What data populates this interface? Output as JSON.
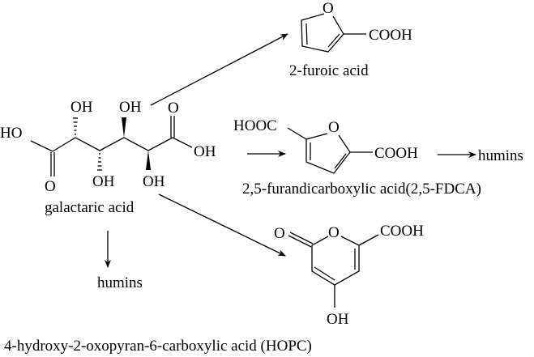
{
  "galactaric": {
    "name": "galactaric acid",
    "ho_left": "HO",
    "o_left": "O",
    "oh_c2": "OH",
    "oh_c3": "OH",
    "oh_c4": "OH",
    "oh_c5": "OH",
    "o_right": "O",
    "oh_right": "OH"
  },
  "furoic": {
    "name": "2-furoic acid",
    "ring_o": "O",
    "cooh": "COOH"
  },
  "fdca": {
    "name": "2,5-furandicarboxylic acid(2,5-FDCA)",
    "hooc": "HOOC",
    "ring_o": "O",
    "cooh": "COOH",
    "product": "humins"
  },
  "hopc": {
    "name": "4-hydroxy-2-oxopyran-6-carboxylic acid (HOPC)",
    "keto_o": "O",
    "ring_o": "O",
    "cooh": "COOH",
    "oh": "OH"
  },
  "humins_down": "humins"
}
